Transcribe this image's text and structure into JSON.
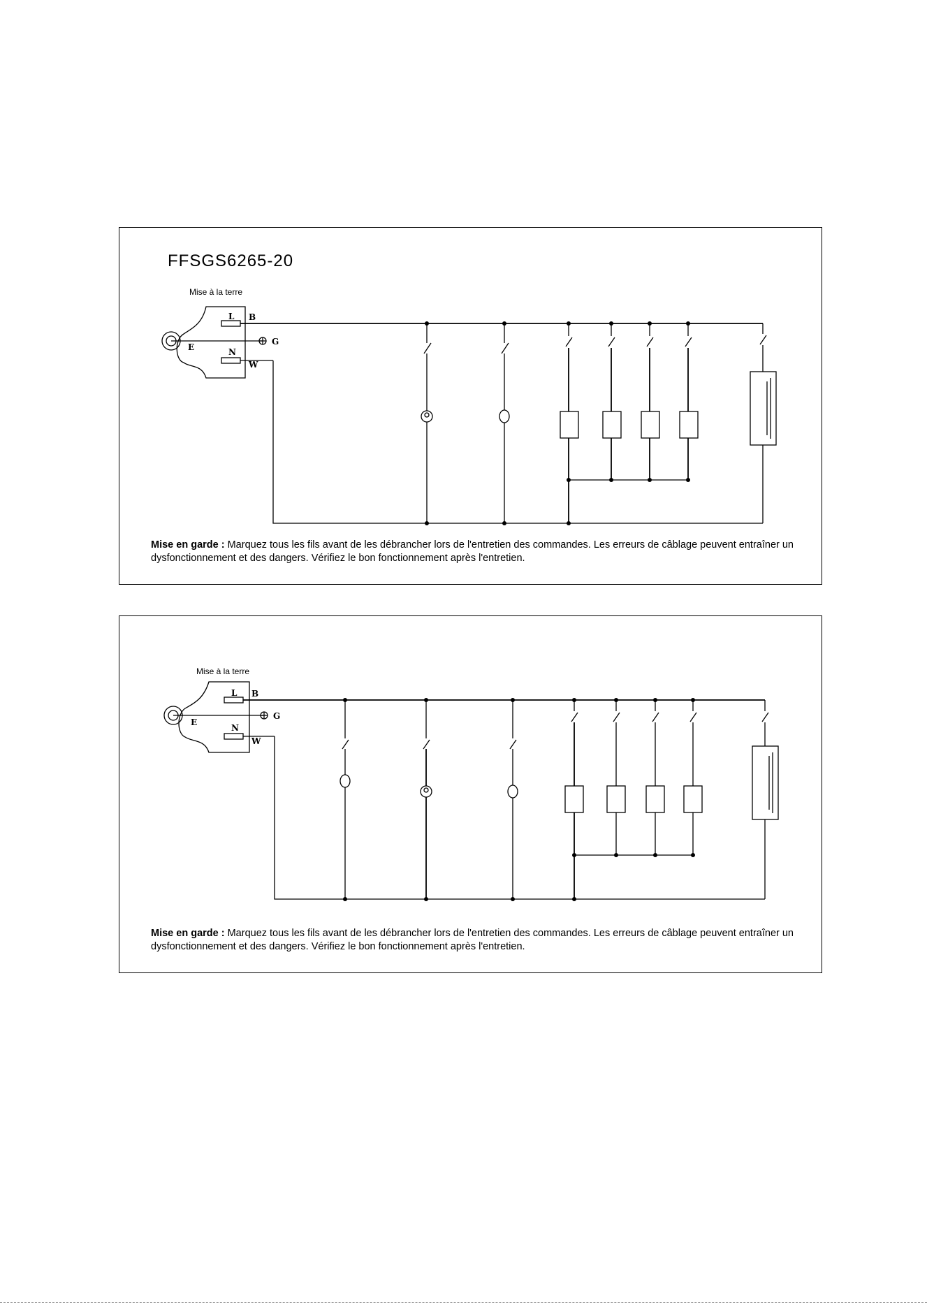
{
  "diagrams": [
    {
      "model": "FFSGS6265-20",
      "ground_label": "Mise à la terre",
      "terminals": {
        "l": "L",
        "n": "N",
        "e": "E",
        "b": "B",
        "g": "G",
        "w": "W"
      },
      "components": [
        "lamp",
        "motor",
        "burner-switch",
        "burner-switch",
        "burner-switch",
        "burner-switch",
        "igniter-module"
      ],
      "warning": {
        "bold": "Mise en garde :",
        "text": " Marquez tous les fils avant de les débrancher lors de l'entretien des commandes. Les erreurs de câblage peuvent entraîner un dysfonctionnement et des dangers. Vérifiez le bon fonctionnement après l'entretien."
      }
    },
    {
      "model": "",
      "ground_label": "Mise à la terre",
      "terminals": {
        "l": "L",
        "n": "N",
        "e": "E",
        "b": "B",
        "g": "G",
        "w": "W"
      },
      "components": [
        "motor",
        "lamp",
        "motor",
        "burner-switch",
        "burner-switch",
        "burner-switch",
        "burner-switch",
        "igniter-module"
      ],
      "warning": {
        "bold": "Mise en garde :",
        "text": " Marquez tous les fils avant de les débrancher lors de l'entretien des commandes. Les erreurs de câblage peuvent entraîner un dysfonctionnement et des dangers. Vérifiez le bon fonctionnement après l'entretien."
      }
    }
  ],
  "icons": {
    "motor": "motor-icon",
    "lamp": "lamp-icon",
    "burner": "burner-switch-icon",
    "igniter": "igniter-module-icon",
    "ground": "ground-icon"
  }
}
